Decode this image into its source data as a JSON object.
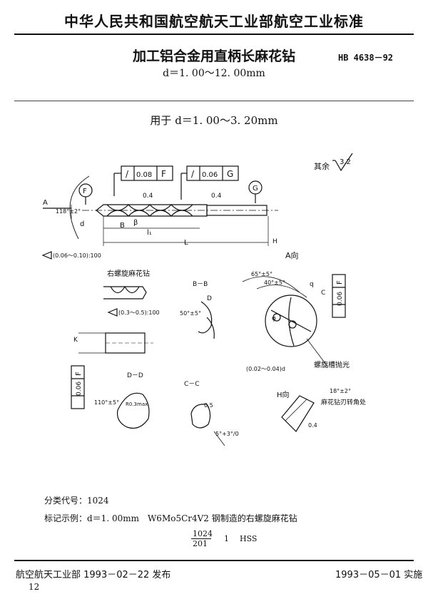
{
  "header": {
    "organization": "中华人民共和国航空航天工业部航空工业标准"
  },
  "standard": {
    "title": "加工铝合金用直柄长麻花钻",
    "diameter_range": "d＝1. 00～12. 00mm",
    "code": "HB 4638－92"
  },
  "usage": "用于 d＝1. 00～3. 20mm",
  "drawing": {
    "roughness_label": "其余",
    "roughness_value": "3.2",
    "tol_frame_1": {
      "symbol": "/",
      "value": "0.08",
      "datum": "F"
    },
    "tol_frame_2": {
      "symbol": "/",
      "value": "0.06",
      "datum": "G"
    },
    "datum_f": "F",
    "datum_g": "G",
    "dim_04_a": "0.4",
    "dim_04_b": "0.4",
    "label_a": "A",
    "angle_118": "118°±2°",
    "label_d": "d",
    "label_beta": "β",
    "label_b": "B",
    "label_l1": "l₁",
    "label_l": "L",
    "label_h": "H",
    "taper_note": "(0.06～0.10):100",
    "view_a": "A向",
    "right_spiral": "右螺旋麻花钻",
    "section_bb": "B－B",
    "label_d2": "D",
    "angle_50": "50°±5°",
    "angle_65": "65°±5°",
    "angle_40": "40°±5°",
    "label_q": "q",
    "label_c": "C",
    "label_phi": "φ",
    "back_taper": "(0.3～0.5):100",
    "label_k": "K",
    "web_note": "(0.02～0.04)d",
    "groove_note": "螺旋槽抛光",
    "tol_vertical_right": {
      "value": "0.06",
      "datum": "F"
    },
    "tol_vertical_left": {
      "value": "0.06",
      "datum": "F"
    },
    "section_dd": "D－D",
    "angle_110": "110°±5°",
    "r_note": "R0.3max",
    "section_cc": "C－C",
    "label_05": "0.5",
    "angle_5": "5°+3°/0",
    "view_h": "H向",
    "angle_18": "18°±2°",
    "edge_note": "麻花钻刃转角处",
    "label_04c": "0.4"
  },
  "info": {
    "classification": "分类代号：1024",
    "example": "标记示例：d＝1. 00mm　W6Mo5Cr4V2 钢制造的右螺旋麻花钻",
    "fraction_numerator": "1024",
    "fraction_denominator": "201",
    "mark_one": "1",
    "mark_hss": "HSS"
  },
  "footer": {
    "publish": "航空航天工业部 1993－02－22 发布",
    "implement": "1993－05－01 实施",
    "page_number": "12"
  }
}
